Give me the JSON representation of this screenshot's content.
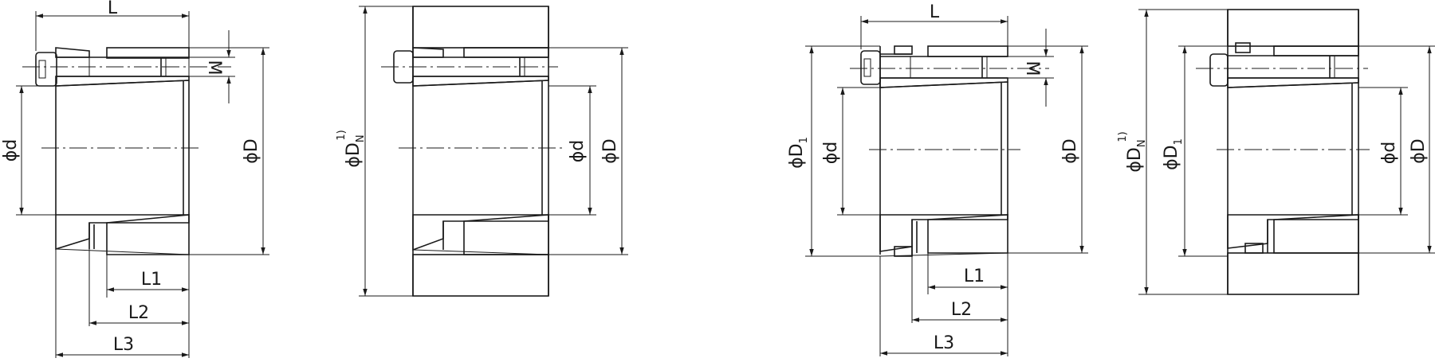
{
  "labels": {
    "L": "L",
    "L1": "L1",
    "L2": "L2",
    "L3": "L3",
    "M": "M",
    "d": "ϕd",
    "D": "ϕD",
    "DN": "ϕD",
    "DN_sub": "N",
    "footnote": "1)",
    "D1": "ϕD",
    "D1_sub": "1"
  }
}
